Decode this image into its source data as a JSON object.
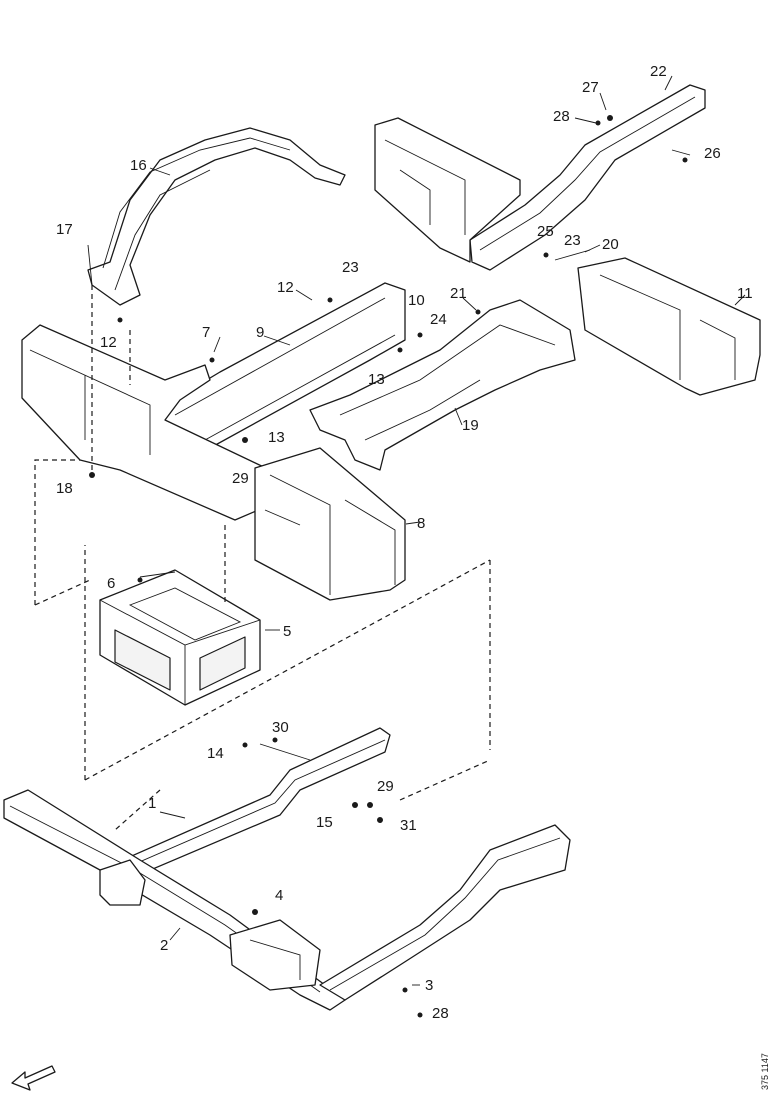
{
  "diagram": {
    "drawing_code": "375 1147",
    "callouts": [
      "1",
      "2",
      "3",
      "4",
      "5",
      "6",
      "7",
      "8",
      "9",
      "10",
      "11",
      "12",
      "13",
      "14",
      "15",
      "16",
      "17",
      "18",
      "19",
      "20",
      "21",
      "22",
      "23",
      "24",
      "25",
      "26",
      "27",
      "28",
      "29",
      "30",
      "31"
    ]
  }
}
